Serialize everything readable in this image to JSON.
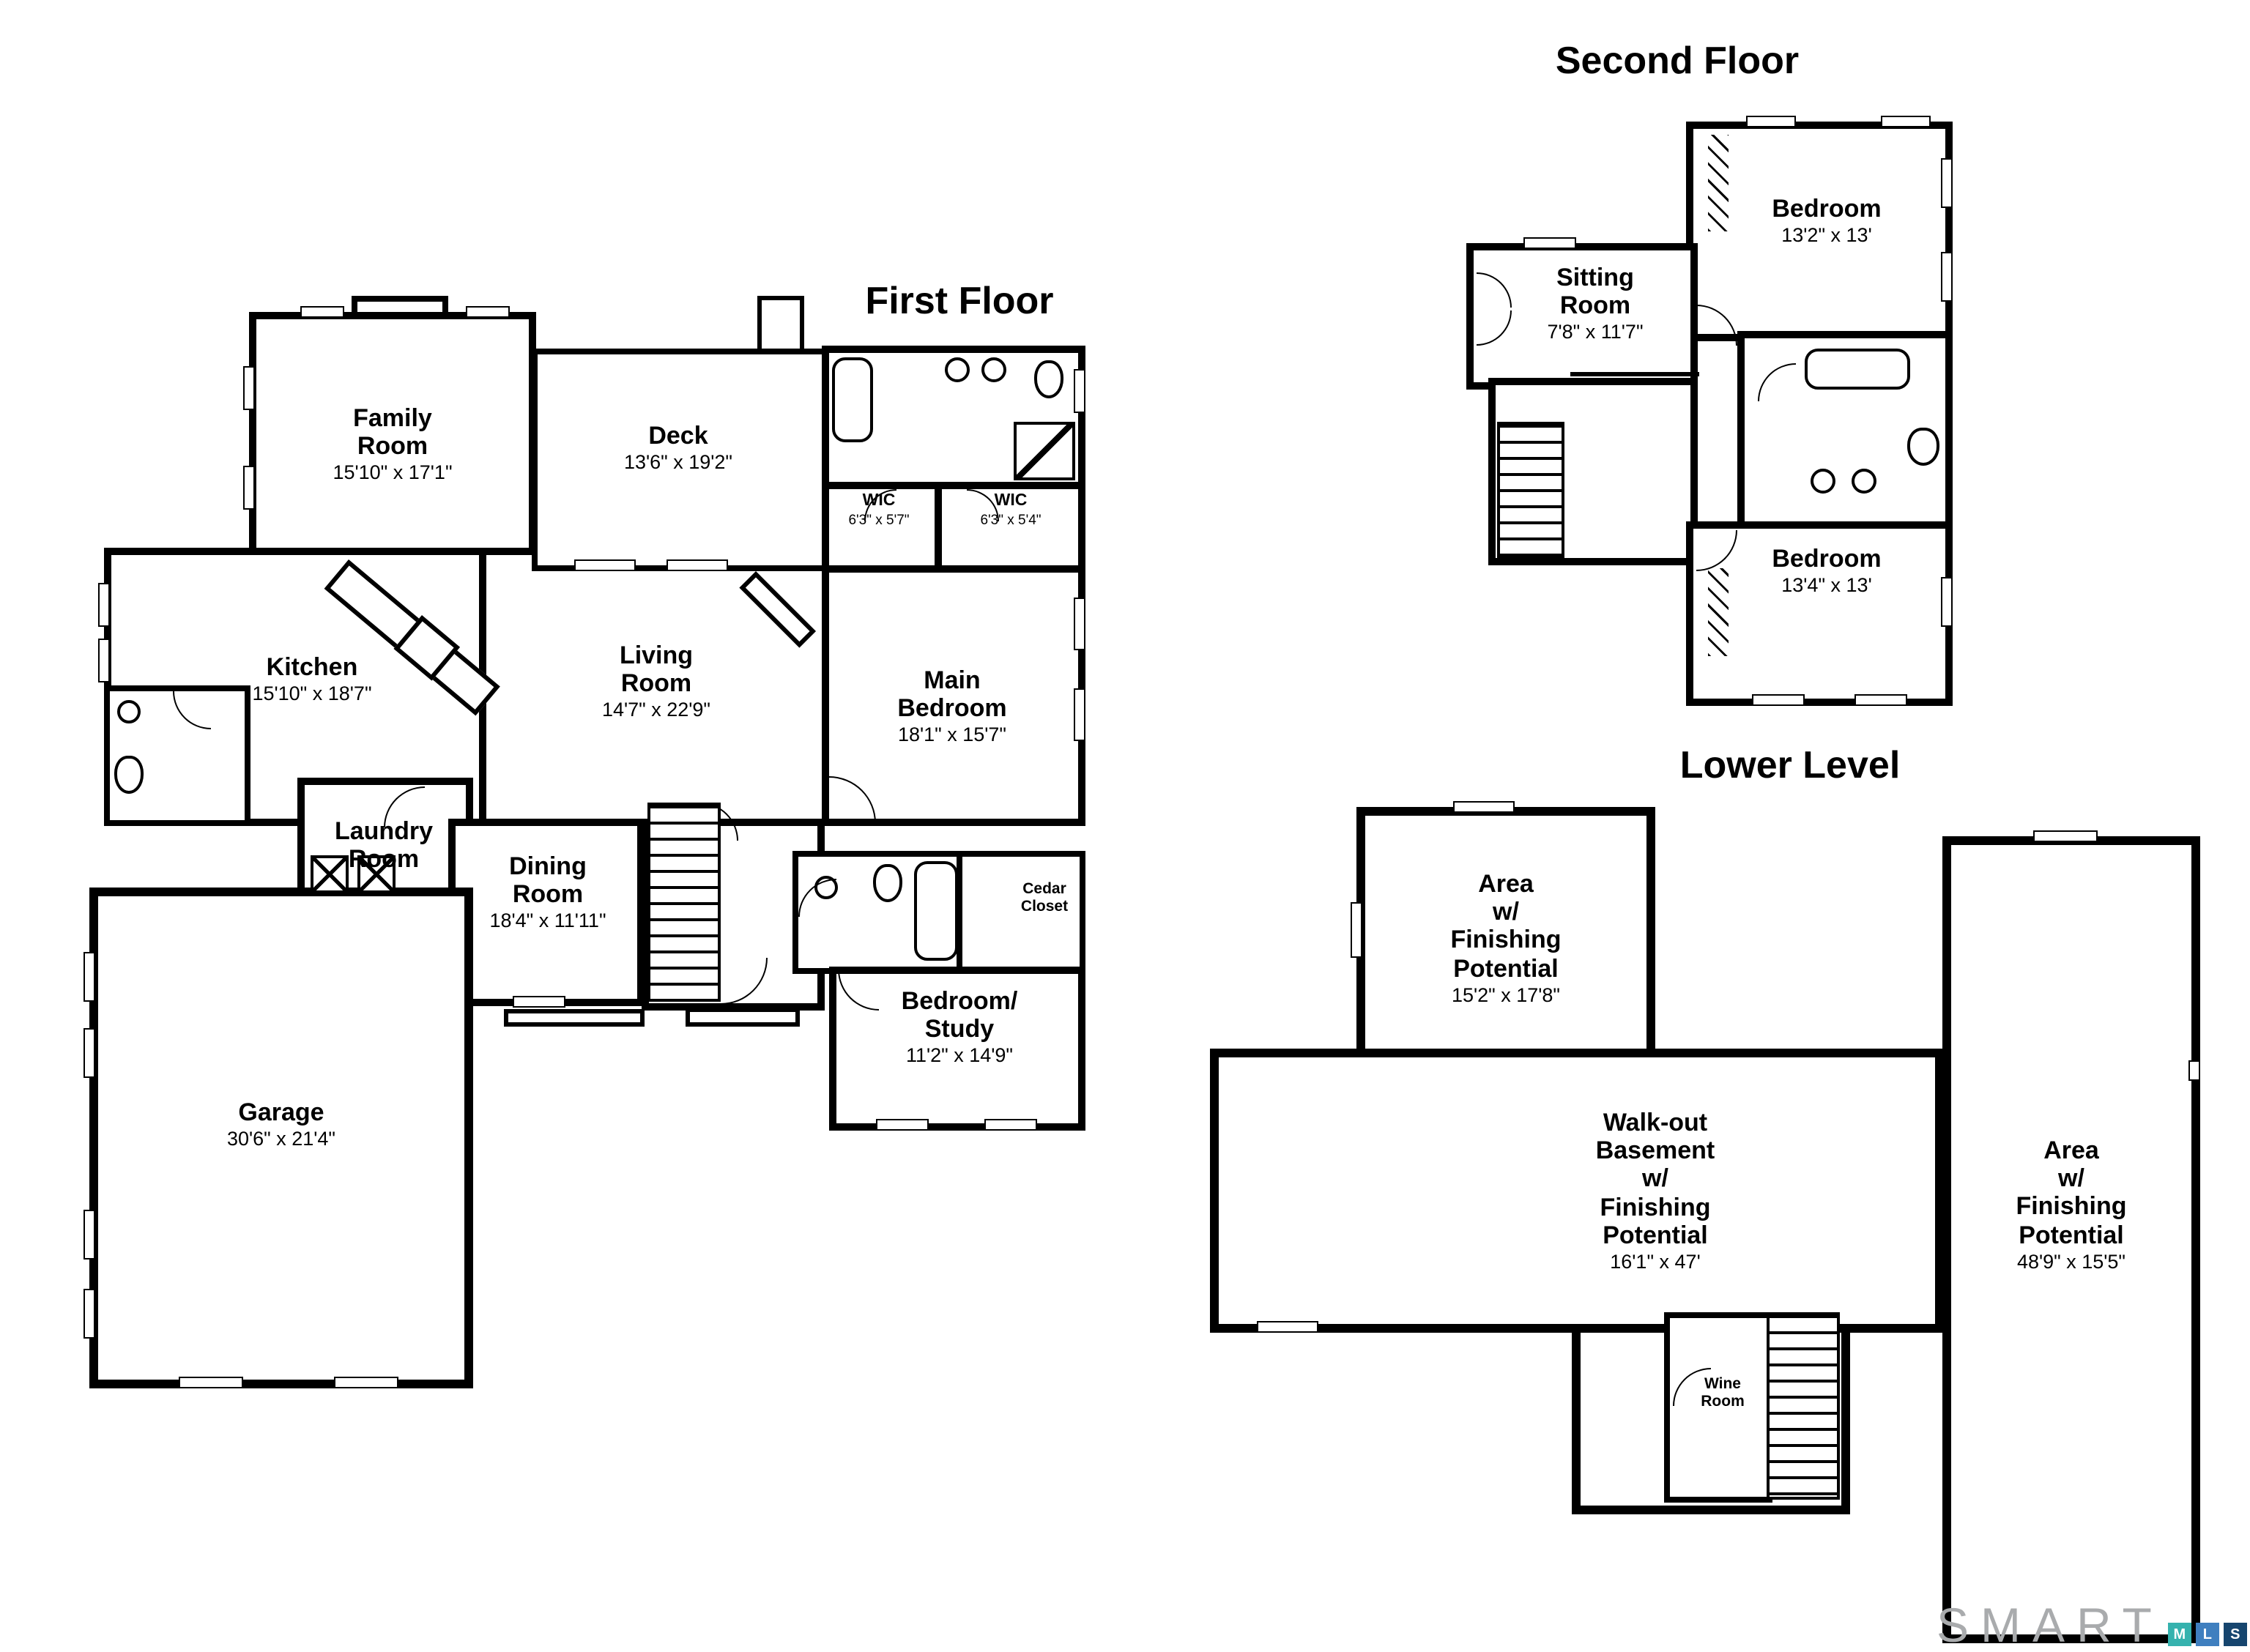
{
  "titles": {
    "first": "First Floor",
    "second": "Second Floor",
    "lower": "Lower Level"
  },
  "first": {
    "family": {
      "name": "Family\nRoom",
      "dims": "15'10\" x 17'1\""
    },
    "deck": {
      "name": "Deck",
      "dims": "13'6\" x 19'2\""
    },
    "wic_left": {
      "name": "WIC",
      "dims": "6'3\" x 5'7\""
    },
    "wic_right": {
      "name": "WIC",
      "dims": "6'3\" x 5'4\""
    },
    "kitchen": {
      "name": "Kitchen",
      "dims": "15'10\" x 18'7\""
    },
    "living": {
      "name": "Living\nRoom",
      "dims": "14'7\" x 22'9\""
    },
    "main_bedroom": {
      "name": "Main\nBedroom",
      "dims": "18'1\" x 15'7\""
    },
    "laundry": {
      "name": "Laundry\nRoom",
      "dims": ""
    },
    "dining": {
      "name": "Dining\nRoom",
      "dims": "18'4\" x 11'11\""
    },
    "cedar_closet": {
      "name": "Cedar\nCloset",
      "dims": ""
    },
    "bedroom_study": {
      "name": "Bedroom/\nStudy",
      "dims": "11'2\" x 14'9\""
    },
    "garage": {
      "name": "Garage",
      "dims": "30'6\" x 21'4\""
    }
  },
  "second": {
    "bedroom_top": {
      "name": "Bedroom",
      "dims": "13'2\" x 13'"
    },
    "sitting": {
      "name": "Sitting\nRoom",
      "dims": "7'8\" x 11'7\""
    },
    "bedroom_bottom": {
      "name": "Bedroom",
      "dims": "13'4\" x 13'"
    }
  },
  "lower": {
    "area_nw": {
      "name": "Area\nw/\nFinishing\nPotential",
      "dims": "15'2\" x 17'8\""
    },
    "walkout": {
      "name": "Walk-out\nBasement\nw/\nFinishing\nPotential",
      "dims": "16'1\" x 47'"
    },
    "area_east": {
      "name": "Area\nw/\nFinishing\nPotential",
      "dims": "48'9\" x 15'5\""
    },
    "wine": {
      "name": "Wine\nRoom",
      "dims": ""
    }
  },
  "logo": {
    "brand": "SMART",
    "squares": [
      {
        "letter": "M",
        "color": "#35b2ae"
      },
      {
        "letter": "L",
        "color": "#3f7fbf"
      },
      {
        "letter": "S",
        "color": "#16456e"
      }
    ]
  }
}
